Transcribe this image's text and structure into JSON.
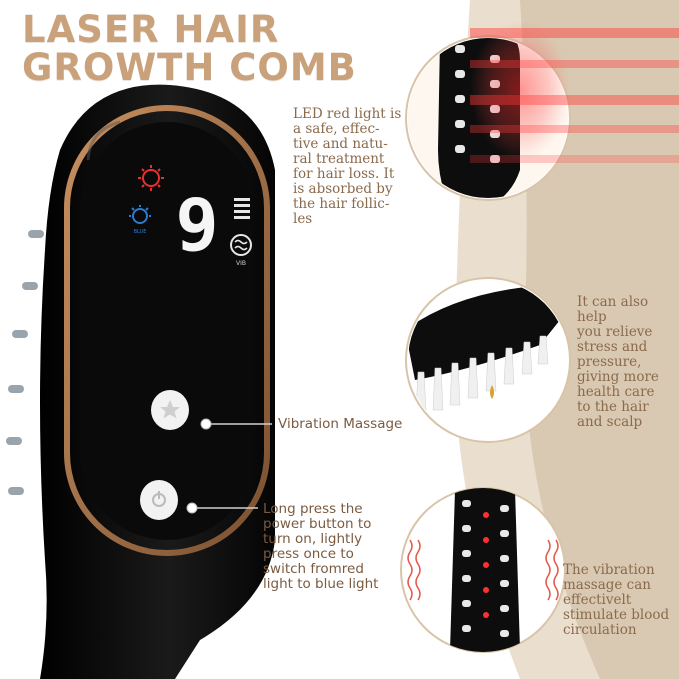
{
  "title": {
    "line1": "LASER HAIR",
    "line2": "GROWTH COMB"
  },
  "descriptions": {
    "led": "LED red light is\na safe, effec-\ntive and natu-\nral treatment\nfor hair loss. It\nis absorbed by\nthe hair follic-\nles",
    "help": "It can also\nhelp\nyou relieve\nstress and\npressure,\ngiving more\nhealth care\nto the hair\nand scalp",
    "vibration_benefit": "The vibration\nmassage can\neffectivelt\nstimulate blood\ncirculation"
  },
  "callouts": {
    "vibration": "Vibration Massage",
    "power": "Long press the\npower button to\nturn on, lightly\npress once to\nswitch fromred\nlight to blue light"
  },
  "display": {
    "digit": "9",
    "mode_label": "VIB",
    "blue_label": "BLUE"
  },
  "colors": {
    "accent_gold": "#c9a27c",
    "text_brown": "#8a6a4c",
    "device_black": "#0c0c0c",
    "trim_bronze": "#a97a4a",
    "red_light": "#ff2a2a",
    "blue_light": "#2a7bd1"
  },
  "icons": [
    "red-light-icon",
    "blue-light-icon",
    "battery-icon",
    "vibration-mode-icon",
    "star-button-icon",
    "power-button-icon"
  ]
}
